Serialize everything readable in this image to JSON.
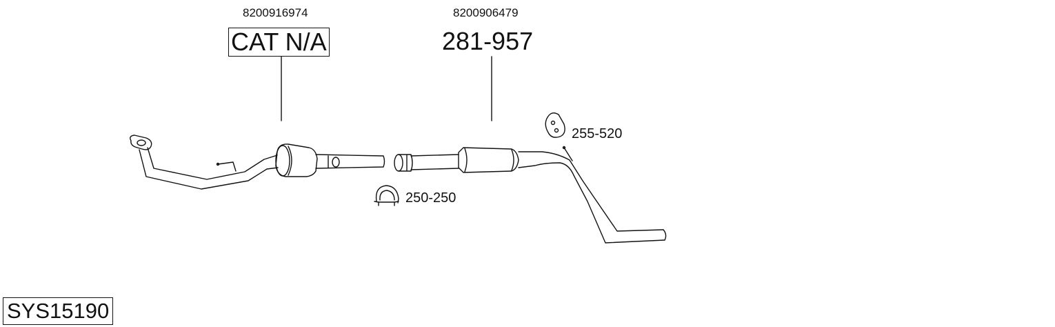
{
  "parts": [
    {
      "oem": "8200916974",
      "label": "CAT N/A",
      "boxed": true
    },
    {
      "oem": "8200906479",
      "label": "281-957",
      "boxed": false
    }
  ],
  "small_parts": [
    {
      "label": "255-520",
      "icon": "rubber-hanger-icon"
    },
    {
      "label": "250-250",
      "icon": "pipe-clamp-icon"
    }
  ],
  "system_code": "SYS15190",
  "colors": {
    "line": "#111111",
    "background": "#ffffff"
  }
}
